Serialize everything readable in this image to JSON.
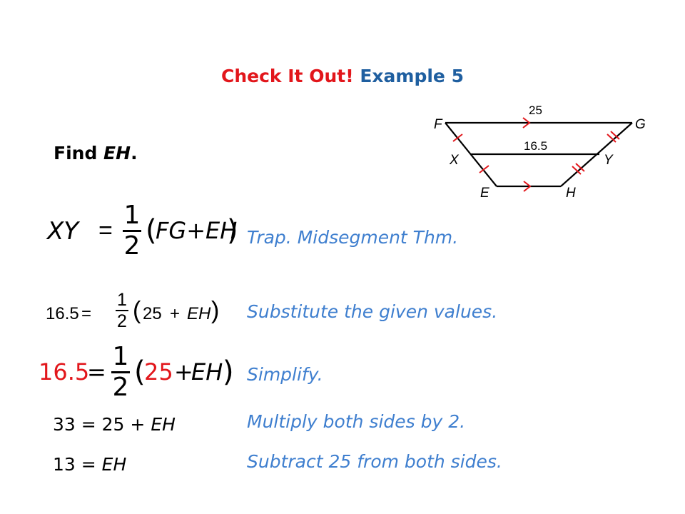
{
  "header": {
    "title_part1": "Check It Out!",
    "title_part2": "Example 5",
    "find_prefix": "Find ",
    "find_var": "EH",
    "find_suffix": "."
  },
  "figure": {
    "label_F": "F",
    "label_G": "G",
    "label_X": "X",
    "label_Y": "Y",
    "label_E": "E",
    "label_H": "H",
    "length_FG": "25",
    "length_XY": "16.5",
    "colors": {
      "lines": "#000000",
      "marks": "#e2161b"
    }
  },
  "steps": [
    {
      "equation": {
        "lhs": "XY",
        "equals": "=",
        "num": "1",
        "den": "2",
        "paren_open": "(",
        "inner": "FG+EH",
        "paren_close": ")"
      },
      "reason": "Trap. Midsegment Thm."
    },
    {
      "equation": {
        "lhs": "16.5",
        "equals": "=",
        "num": "1",
        "den": "2",
        "paren_open": "(",
        "inner_num": "25",
        "plus": "+",
        "inner_var": "EH",
        "paren_close": ")"
      },
      "reason": "Substitute the given values."
    },
    {
      "equation": {
        "lhs": "16.5",
        "equals": "=",
        "num": "1",
        "den": "2",
        "paren_open": "(",
        "inner_num": "25",
        "plus": "+",
        "inner_var": "EH",
        "paren_close": ")"
      },
      "reason": "Simplify."
    },
    {
      "equation": {
        "text": "33 = 25 + ",
        "var": "EH"
      },
      "reason": "Multiply both sides by 2."
    },
    {
      "equation": {
        "text": "13 = ",
        "var": "EH"
      },
      "reason": "Subtract 25 from both sides."
    }
  ],
  "colors": {
    "title_red": "#e2161b",
    "title_blue": "#1f5fa0",
    "reason_blue": "#3f7fcf",
    "highlight_red": "#e2161b"
  }
}
